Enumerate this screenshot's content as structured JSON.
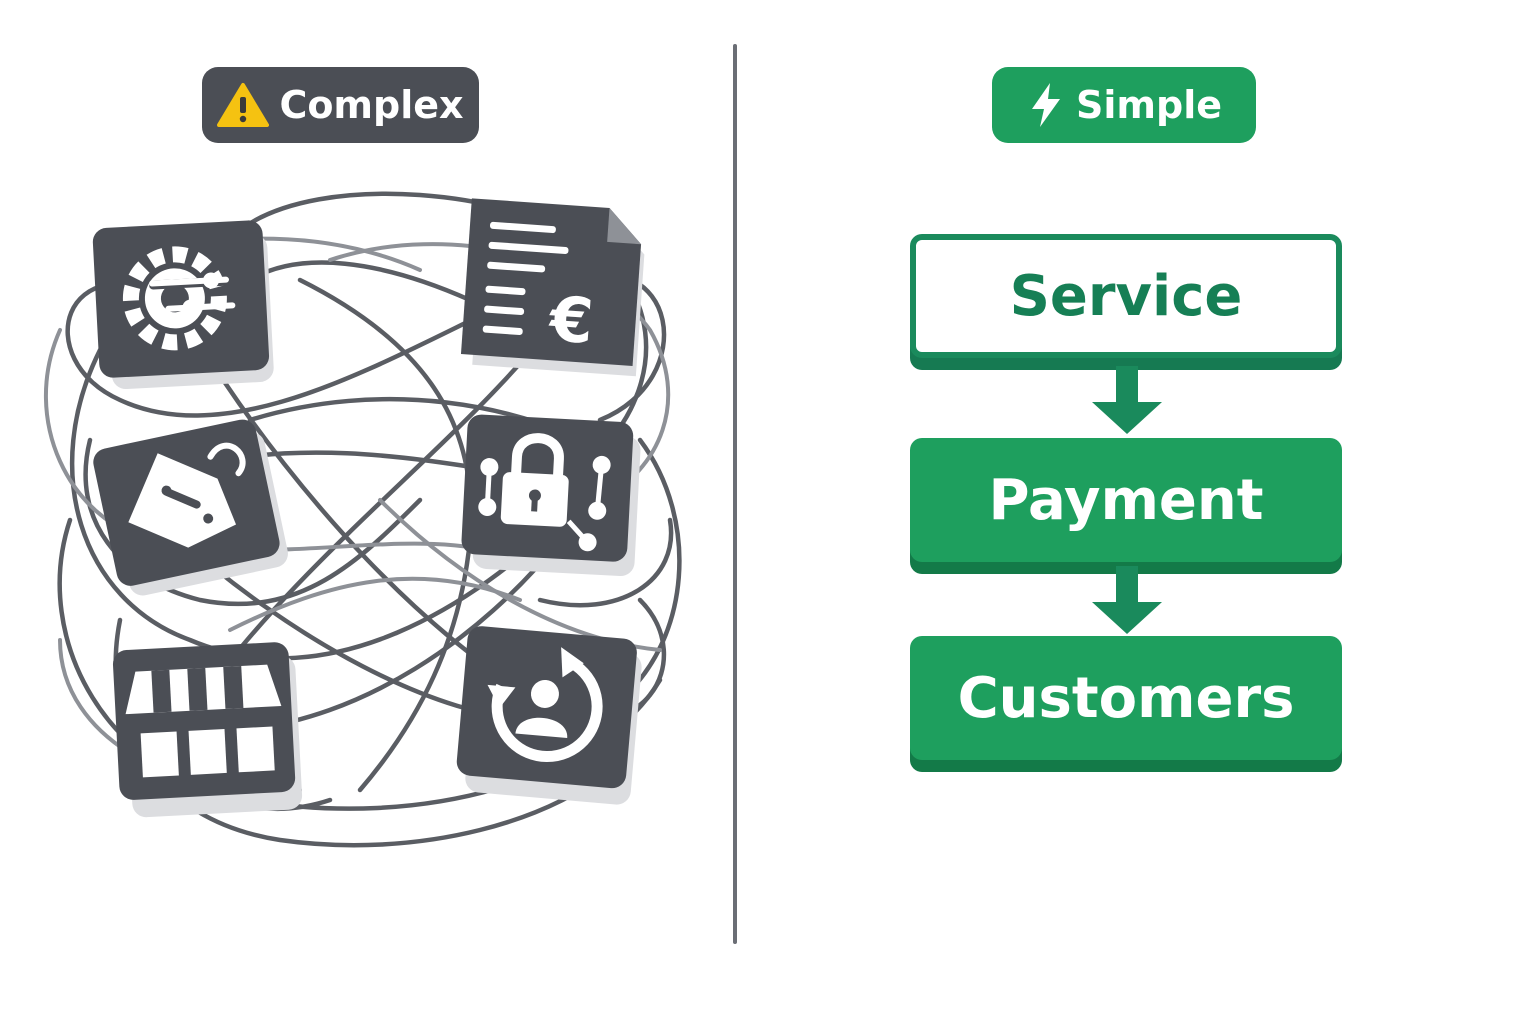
{
  "left_panel": {
    "badge": {
      "label": "Complex",
      "icon": "warning-icon"
    },
    "icons": [
      {
        "name": "settings-gear-icon"
      },
      {
        "name": "invoice-euro-icon"
      },
      {
        "name": "price-tag-icon"
      },
      {
        "name": "lock-network-icon"
      },
      {
        "name": "storefront-icon"
      },
      {
        "name": "customer-cycle-icon"
      }
    ]
  },
  "right_panel": {
    "badge": {
      "label": "Simple",
      "icon": "lightning-icon"
    },
    "flow": [
      {
        "label": "Service"
      },
      {
        "label": "Payment"
      },
      {
        "label": "Customers"
      }
    ]
  },
  "colors": {
    "dark_tile": "#4b4e55",
    "green": "#1e9f5e",
    "green_dark": "#167f55",
    "warning": "#f5c211",
    "divider": "#6b6e75"
  }
}
